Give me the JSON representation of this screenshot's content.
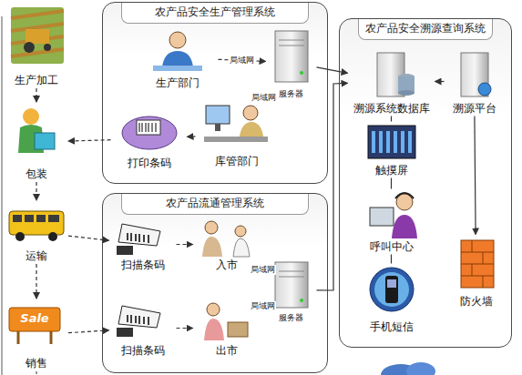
{
  "diagram": {
    "nodes": [
      {
        "text": [
          "生产加工"
        ]
      },
      {
        "text": [
          "农产品安全生产管理系统"
        ]
      },
      {
        "text": [
          "生产部门"
        ],
        "in": 1
      },
      {
        "text": [
          "服务器"
        ],
        "in": 1
      },
      {
        "text": [
          "库管部门"
        ],
        "in": 1
      },
      {
        "text": [
          "打印条码"
        ],
        "in": 1
      },
      {
        "text": [
          "农产品安全溯源查询系统"
        ]
      },
      {
        "text": [
          "溯源系统数据库"
        ],
        "in": 6
      },
      {
        "text": [
          "溯源平台"
        ],
        "in": 6
      },
      {
        "text": [
          "触摸屏"
        ],
        "in": 6
      },
      {
        "text": [
          "呼叫中心"
        ],
        "in": 6
      },
      {
        "text": [
          "手机短信"
        ],
        "in": 6
      },
      {
        "text": [
          "防火墙"
        ],
        "in": 6
      },
      {
        "text": [
          "包装"
        ]
      },
      {
        "text": [
          "运输"
        ]
      },
      {
        "text": [
          "农产品流通管理系统"
        ]
      },
      {
        "text": [
          "扫描条码"
        ],
        "in": 15
      },
      {
        "text": [
          "入市"
        ],
        "in": 15
      },
      {
        "text": [
          "服务器"
        ],
        "in": 15
      },
      {
        "text": [
          "扫描条码"
        ],
        "in": 15
      },
      {
        "text": [
          "出市"
        ],
        "in": 15
      },
      {
        "text": [
          "销售"
        ]
      }
    ],
    "edges": [
      {
        "from": 0,
        "to": 13,
        "arrow": "to"
      },
      {
        "from": 13,
        "to": 14,
        "arrow": "to"
      },
      {
        "from": 14,
        "to": 21,
        "arrow": "to"
      },
      {
        "from": 2,
        "to": 3,
        "label": "局域网",
        "arrow": "to"
      },
      {
        "from": 3,
        "to": 4,
        "label": "局域网",
        "arrow": "none"
      },
      {
        "from": 4,
        "to": 5,
        "arrow": "to"
      },
      {
        "from": 5,
        "to": 13,
        "arrow": "to"
      },
      {
        "from": 3,
        "to": 7,
        "arrow": "to"
      },
      {
        "from": 8,
        "to": 7,
        "arrow": "to"
      },
      {
        "from": 7,
        "to": 9,
        "arrow": "none"
      },
      {
        "from": 9,
        "to": 10,
        "arrow": "none"
      },
      {
        "from": 10,
        "to": 11,
        "arrow": "none"
      },
      {
        "from": 8,
        "to": 12,
        "arrow": "to"
      },
      {
        "from": 14,
        "to": 16,
        "arrow": "to"
      },
      {
        "from": 16,
        "to": 17,
        "arrow": "to"
      },
      {
        "from": 17,
        "to": 18,
        "label": "局域网",
        "arrow": "none"
      },
      {
        "from": 20,
        "to": 18,
        "label": "局域网",
        "arrow": "none"
      },
      {
        "from": 19,
        "to": 20,
        "arrow": "to"
      },
      {
        "from": 21,
        "to": 19,
        "arrow": "to"
      },
      {
        "from": 18,
        "to": 7,
        "arrow": "to"
      }
    ],
    "labels": [
      "Sale"
    ]
  }
}
